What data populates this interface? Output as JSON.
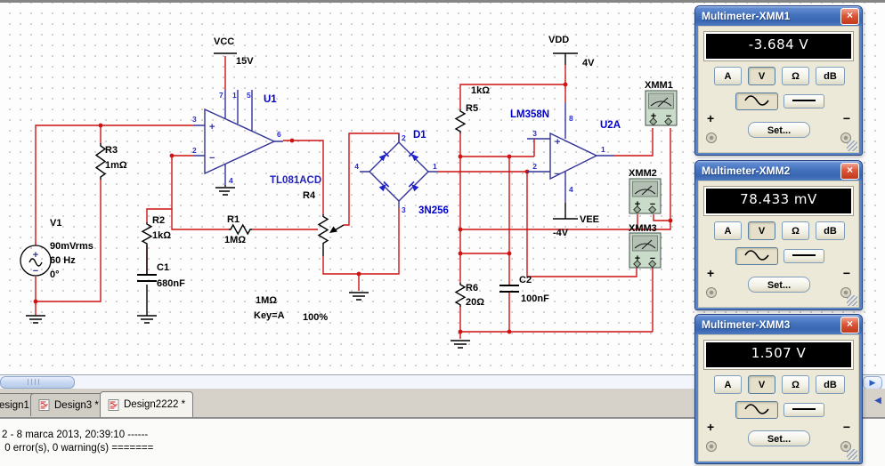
{
  "chrome": {
    "close_glyph": "×",
    "scroll_right_glyph": "▶",
    "scroll_left_glyph": "◀"
  },
  "multimeters": [
    {
      "title": "Multimeter-XMM1",
      "reading": "-3.684 V",
      "mode_buttons": [
        "A",
        "V",
        "Ω",
        "dB"
      ],
      "active_mode": "V",
      "waveform_selected": "AC",
      "set_label": "Set...",
      "plus_label": "+",
      "minus_label": "−"
    },
    {
      "title": "Multimeter-XMM2",
      "reading": "78.433 mV",
      "mode_buttons": [
        "A",
        "V",
        "Ω",
        "dB"
      ],
      "active_mode": "V",
      "waveform_selected": "AC",
      "set_label": "Set...",
      "plus_label": "+",
      "minus_label": "−"
    },
    {
      "title": "Multimeter-XMM3",
      "reading": "1.507 V",
      "mode_buttons": [
        "A",
        "V",
        "Ω",
        "dB"
      ],
      "active_mode": "V",
      "waveform_selected": "AC",
      "set_label": "Set...",
      "plus_label": "+",
      "minus_label": "−"
    }
  ],
  "schematic": {
    "power": {
      "vcc": "VCC",
      "vcc_value": "15V",
      "vdd": "VDD",
      "vdd_value": "4V",
      "vee": "VEE",
      "vee_value": "-4V"
    },
    "components": {
      "v1": {
        "ref": "V1",
        "value": "90mVrms",
        "freq": "60 Hz",
        "phase": "0°",
        "plus": "+",
        "minus": "−"
      },
      "r1": {
        "ref": "R1",
        "value": "1MΩ"
      },
      "r2": {
        "ref": "R2",
        "value": "1kΩ"
      },
      "r3": {
        "ref": "R3",
        "value": "1mΩ"
      },
      "r4": {
        "ref": "R4",
        "value": "1MΩ",
        "key": "Key=A",
        "percent": "100%"
      },
      "r5": {
        "ref": "R5",
        "value": "1kΩ"
      },
      "r6": {
        "ref": "R6",
        "value": "20Ω"
      },
      "c1": {
        "ref": "C1",
        "value": "680nF"
      },
      "c2": {
        "ref": "C2",
        "value": "100nF"
      },
      "u1": {
        "ref": "U1",
        "part": "TL081ACD",
        "plus": "+",
        "minus": "−",
        "pins": {
          "p7": "7",
          "p1": "1",
          "p5": "5",
          "p3": "3",
          "p2": "2",
          "p6": "6",
          "p4": "4"
        }
      },
      "u2": {
        "ref": "U2A",
        "part": "LM358N",
        "plus": "+",
        "minus": "−",
        "pins": {
          "p8": "8",
          "p3": "3",
          "p2": "2",
          "p1": "1",
          "p4": "4"
        }
      },
      "d1": {
        "ref": "D1",
        "part": "3N256",
        "pins": {
          "p1": "1",
          "p2": "2",
          "p3": "3",
          "p4": "4"
        }
      },
      "xmm1": {
        "ref": "XMM1",
        "plus": "+",
        "minus": "−"
      },
      "xmm2": {
        "ref": "XMM2",
        "plus": "+",
        "minus": "−"
      },
      "xmm3": {
        "ref": "XMM3",
        "plus": "+",
        "minus": "−"
      }
    },
    "colors": {
      "wire": "#cf1212",
      "symbol_blue": "#333399",
      "label_blue": "#0000cc",
      "black": "#000000"
    }
  },
  "tabs": [
    {
      "label": "esign1",
      "active": false
    },
    {
      "label": "Design3 *",
      "active": false
    },
    {
      "label": "Design2222 *",
      "active": true
    }
  ],
  "statusbar": {
    "line1": "2 - 8 marca 2013, 20:39:10 ------",
    "line2": " 0 error(s), 0 warning(s) ======="
  }
}
